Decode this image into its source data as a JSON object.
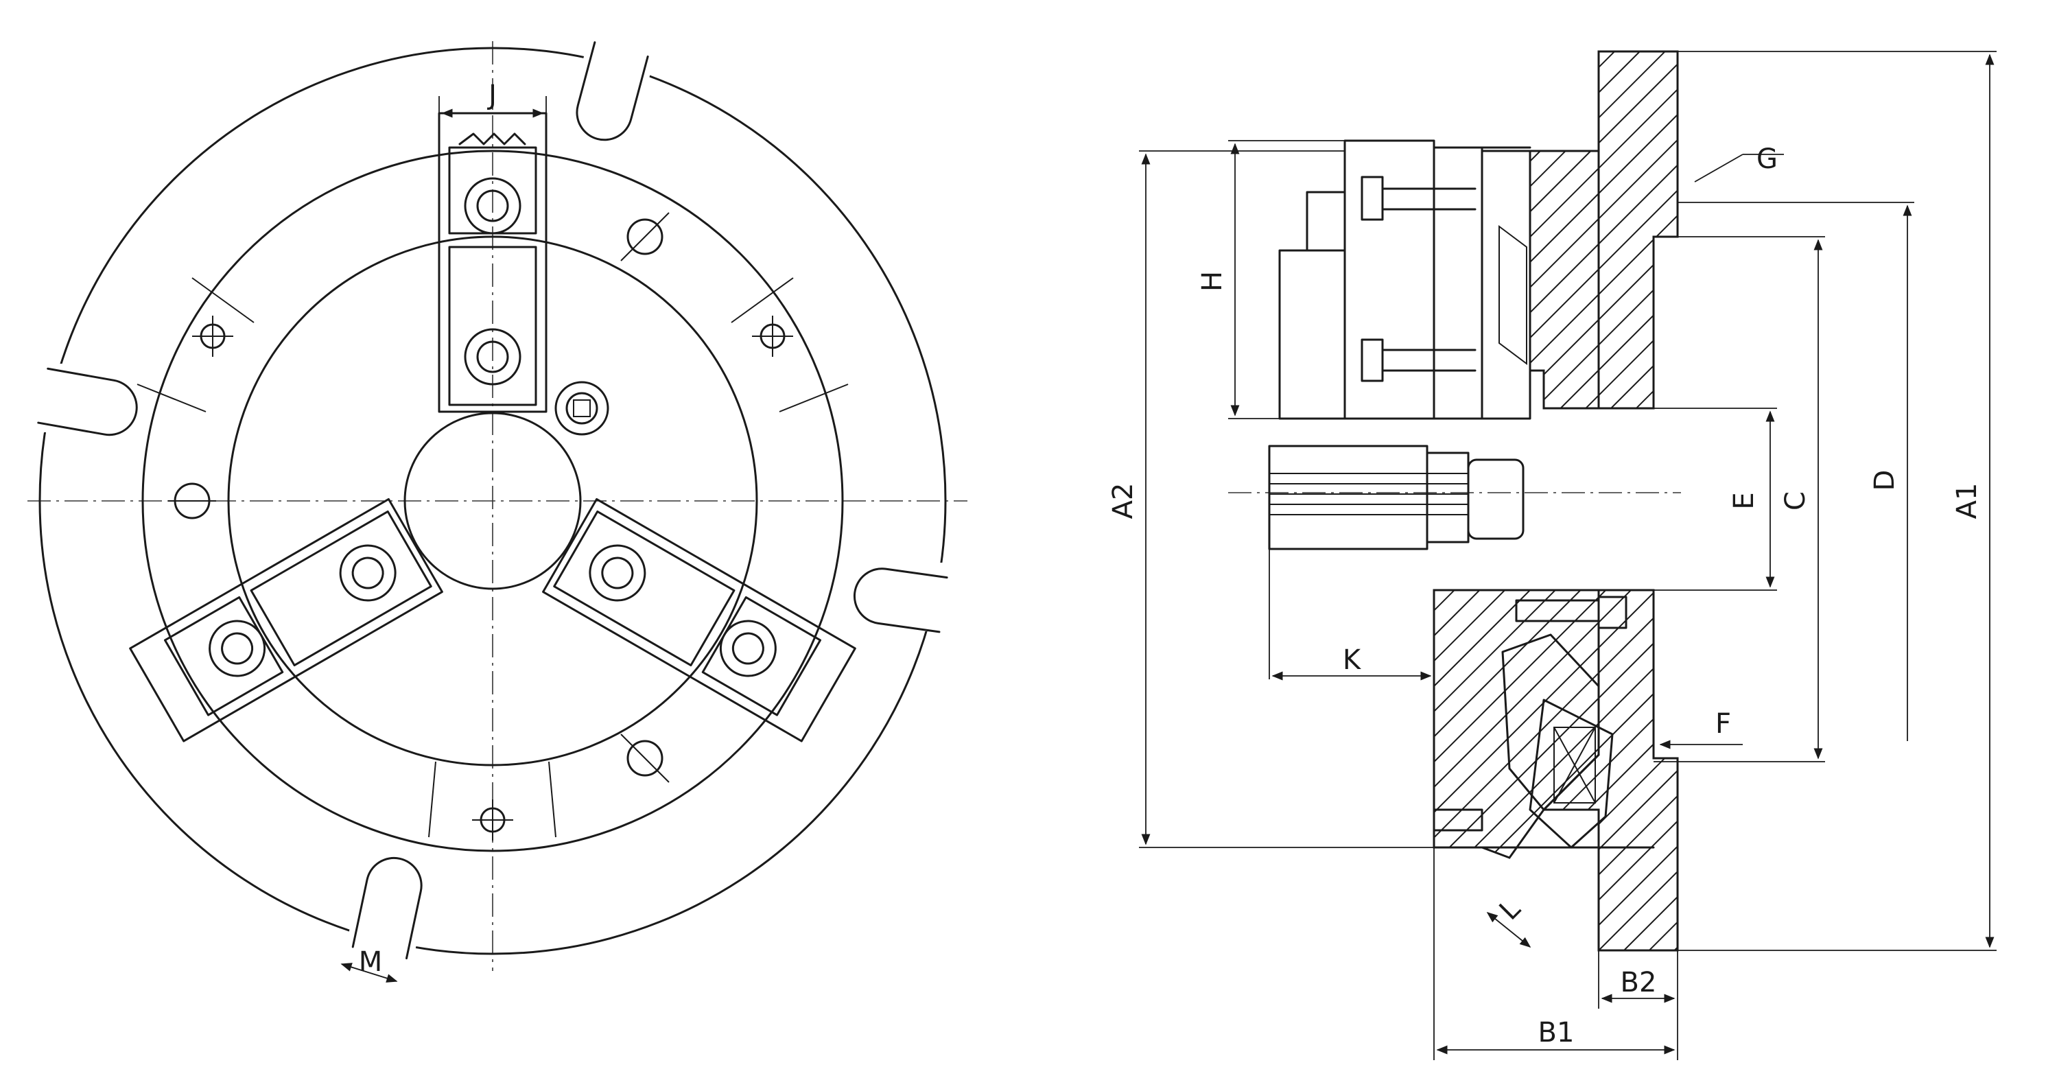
{
  "labels": {
    "J": "J",
    "M": "M",
    "G": "G",
    "H": "H",
    "A2": "A2",
    "E": "E",
    "C": "C",
    "D": "D",
    "A1": "A1",
    "K": "K",
    "F": "F",
    "L": "L",
    "B2": "B2",
    "B1": "B1"
  }
}
